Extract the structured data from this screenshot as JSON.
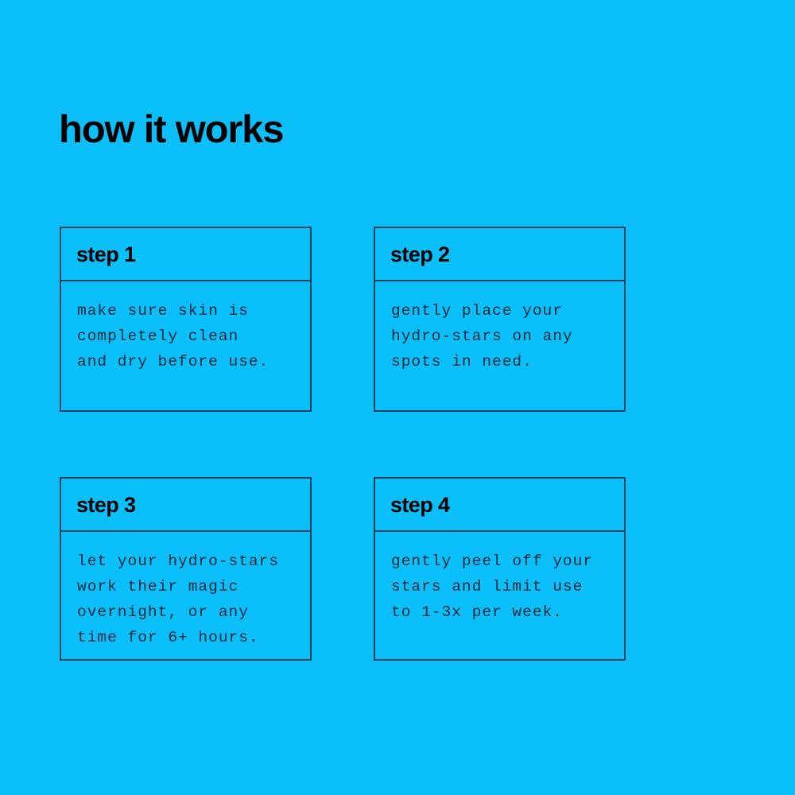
{
  "page": {
    "background_color": "#0ABFFA",
    "title": "how it works",
    "title_color": "#000000"
  },
  "theme": {
    "border_color": "#16425E",
    "header_text_color": "#000000",
    "body_text_color": "#102A3E",
    "accent_background": "#0ABFFA"
  },
  "steps": [
    {
      "header": "step 1",
      "body": "make sure skin is\ncompletely clean\nand dry before use."
    },
    {
      "header": "step 2",
      "body": "gently place your\nhydro-stars on any\nspots in need."
    },
    {
      "header": "step 3",
      "body": "let your hydro-stars\nwork their magic\novernight, or any\ntime for 6+ hours."
    },
    {
      "header": "step 4",
      "body": "gently peel off your\nstars and limit use\nto 1-3x per week."
    }
  ]
}
